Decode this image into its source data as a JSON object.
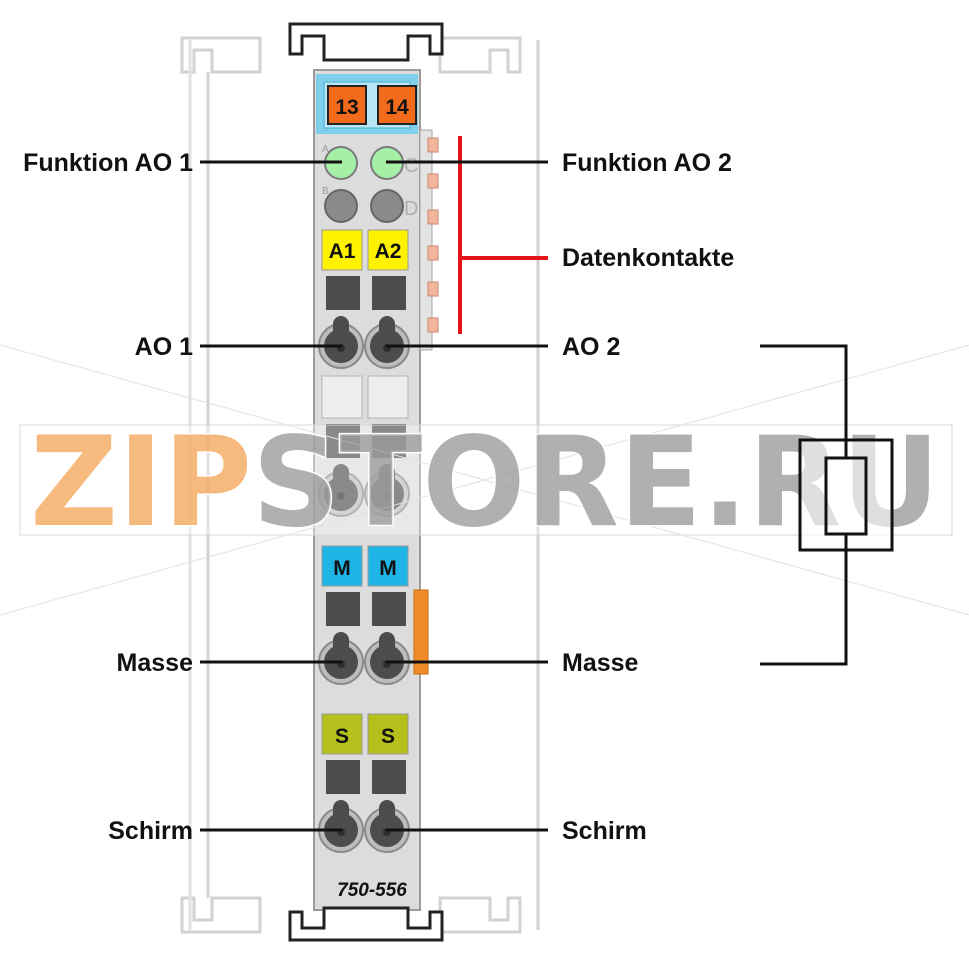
{
  "module": {
    "model": "750-556",
    "top_terminals": [
      "13",
      "14"
    ],
    "channel_badges": [
      "A1",
      "A2"
    ],
    "ground_badges": [
      "M",
      "M"
    ],
    "shield_badges": [
      "S",
      "S"
    ],
    "led_letters": [
      "A",
      "B",
      "C",
      "D"
    ]
  },
  "labels": {
    "function_ao1": "Funktion AO 1",
    "function_ao2": "Funktion AO 2",
    "data_contacts": "Datenkontakte",
    "ao1": "AO 1",
    "ao2": "AO 2",
    "ground_left": "Masse",
    "ground_right": "Masse",
    "shield_left": "Schirm",
    "shield_right": "Schirm"
  },
  "watermark": {
    "part1": "ZIP",
    "part2": "STORE.RU"
  },
  "colors": {
    "module_body": "#dcdcdc",
    "terminal_orange": "#f26a1b",
    "header_blue": "#7fd0ec",
    "led_green": "#a6efa6",
    "led_gray": "#8a8a8a",
    "badge_yellow": "#fff200",
    "badge_cyan": "#1fb4e6",
    "badge_olive": "#b5c01c",
    "data_contact_line": "#e4141b",
    "contact_pad": "#f2b49c",
    "watermark_orange": "#f5a65a",
    "watermark_gray": "#9a9a9a"
  }
}
